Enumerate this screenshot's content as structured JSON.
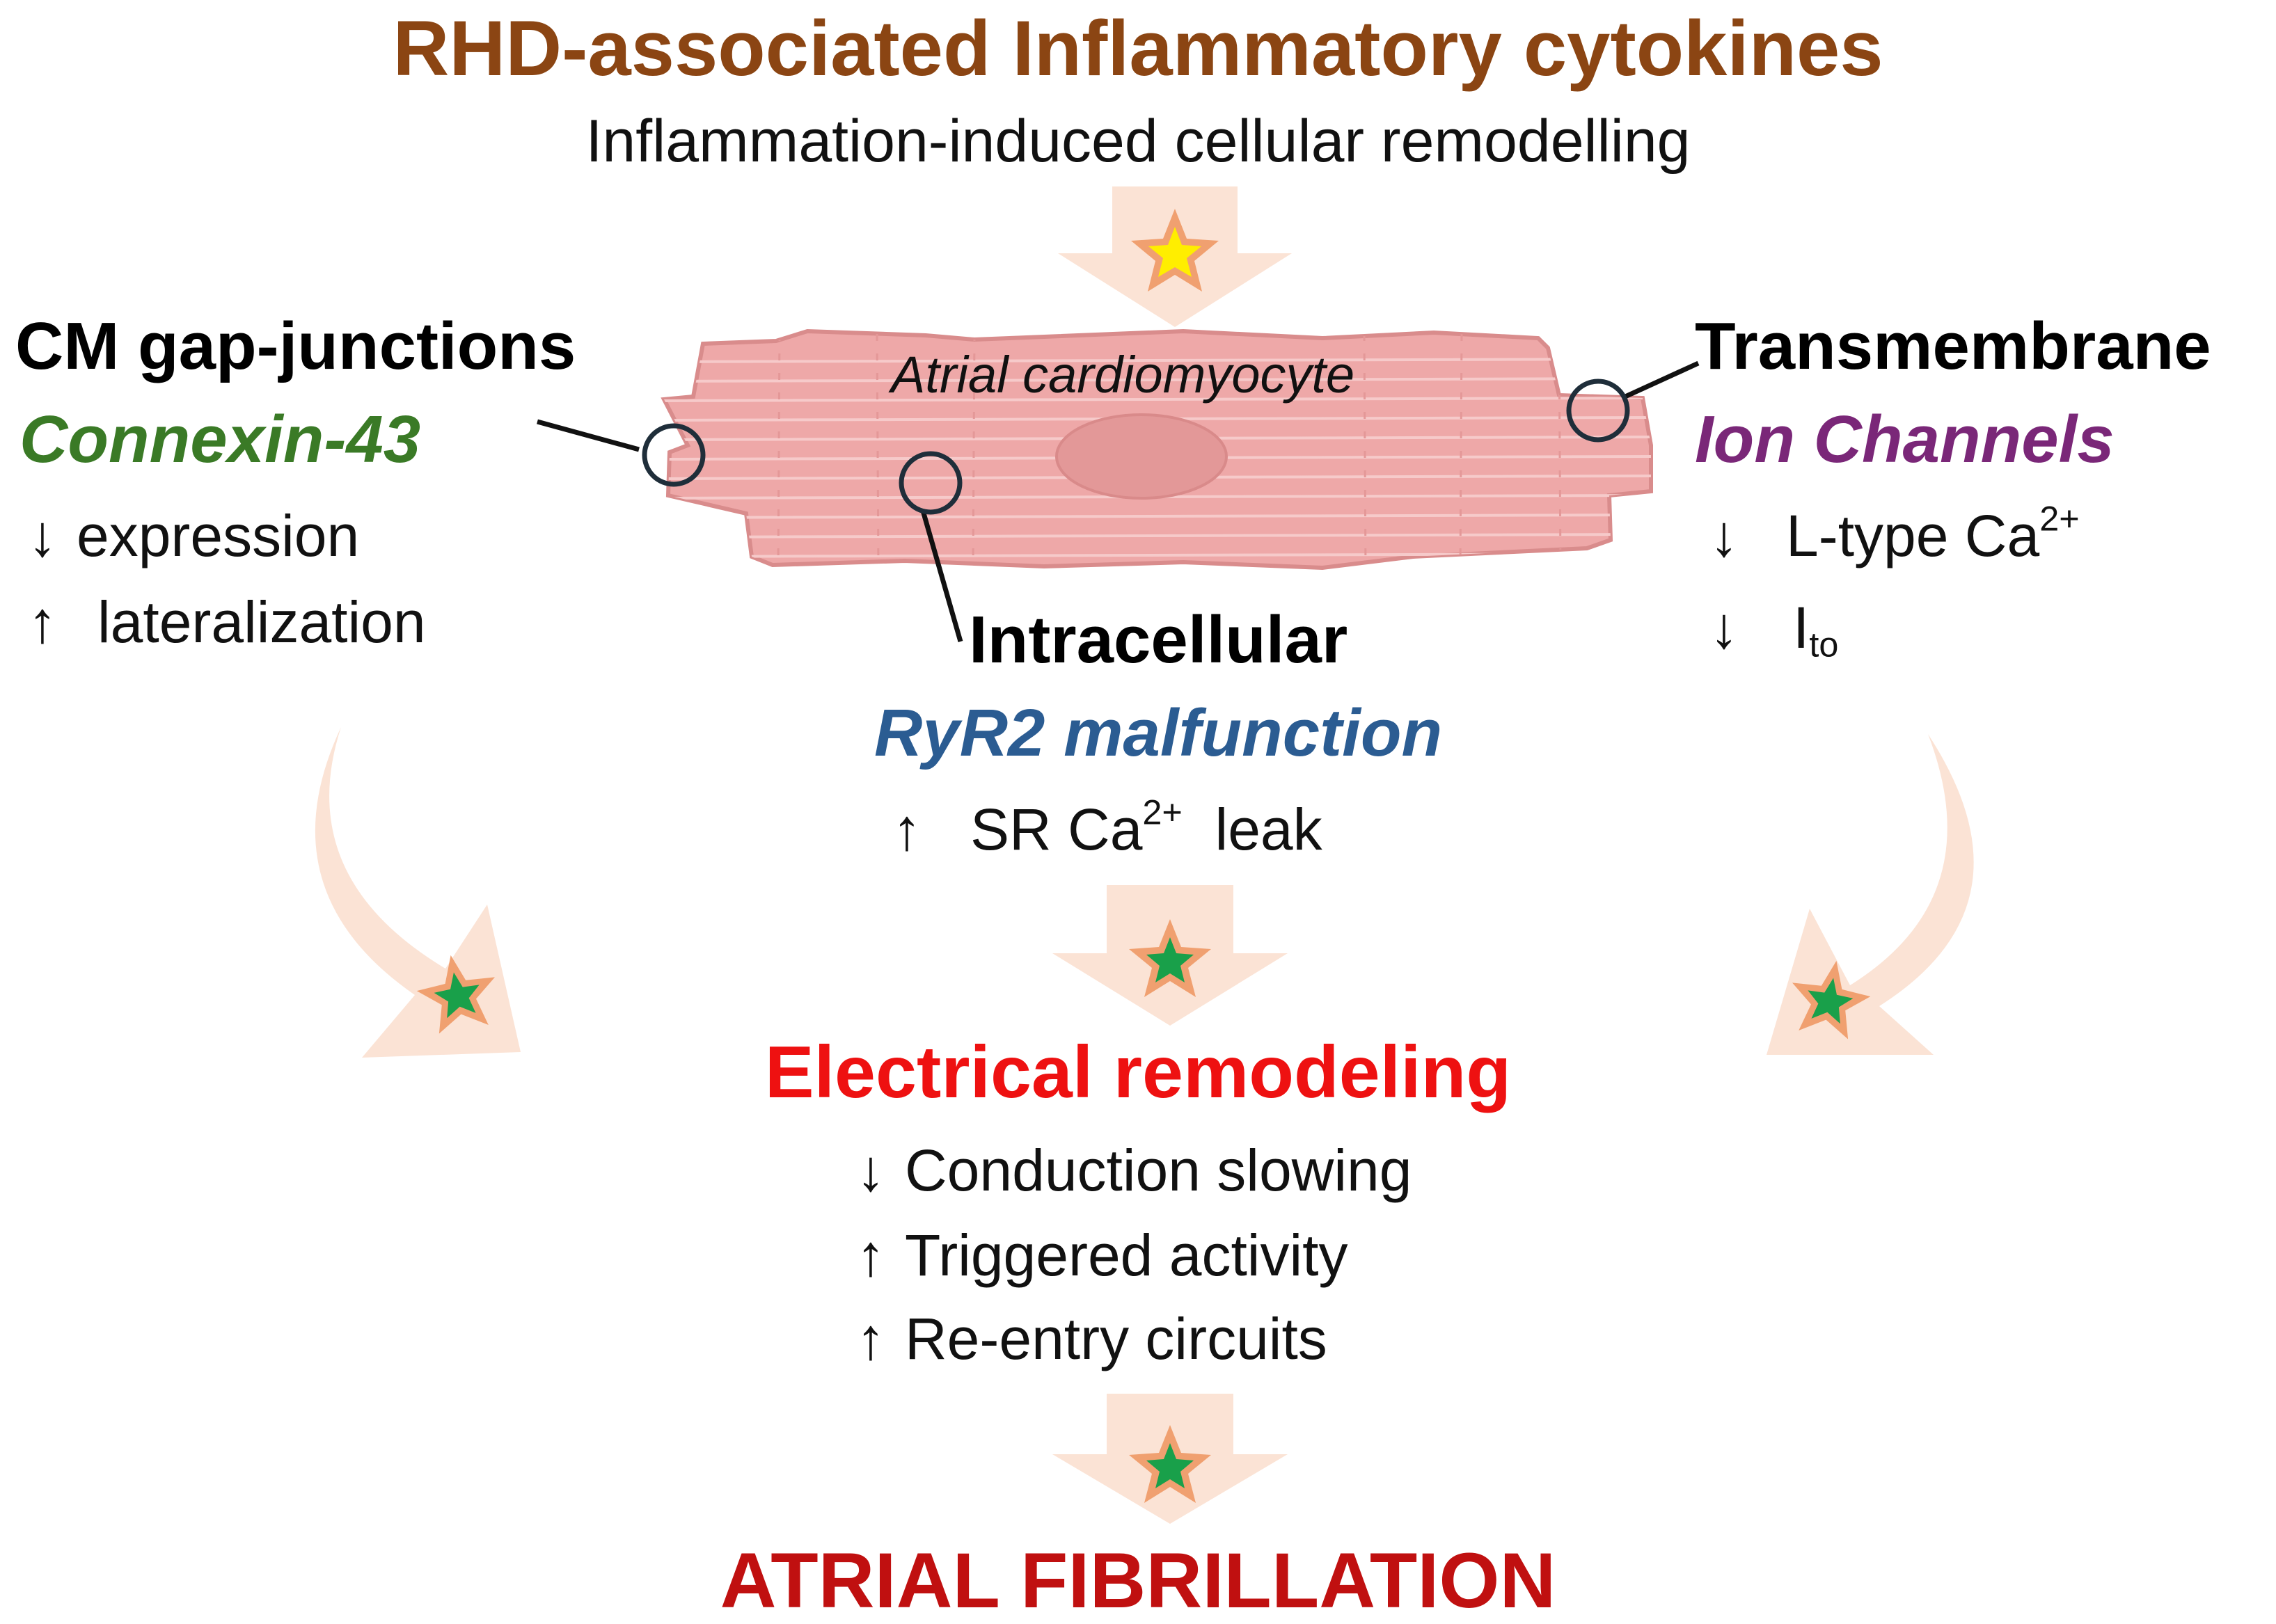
{
  "title": "RHD-associated Inflammatory cytokines",
  "subtitle": "Inflammation-induced cellular remodelling",
  "cell_label": "Atrial cardiomyocyte",
  "gap_junctions": {
    "heading": "CM gap-junctions",
    "subheading": "Connexin-43",
    "items": [
      {
        "arrow": "↓",
        "text": "expression"
      },
      {
        "arrow": "↑",
        "text": "lateralization"
      }
    ]
  },
  "transmembrane": {
    "heading": "Transmembrane",
    "subheading": "Ion Channels",
    "items": [
      {
        "arrow": "↓",
        "text": "L-type Ca",
        "sup": "2+"
      },
      {
        "arrow": "↓",
        "text": "I",
        "sub": "to"
      }
    ]
  },
  "intracellular": {
    "heading": "Intracellular",
    "subheading": "RyR2 malfunction",
    "item": {
      "arrow": "↑",
      "pre": "SR Ca",
      "sup": "2+",
      "post": "leak"
    }
  },
  "electrical": {
    "heading": "Electrical remodeling",
    "items": [
      {
        "arrow": "↓",
        "text": "Conduction slowing"
      },
      {
        "arrow": "↑",
        "text": "Triggered activity"
      },
      {
        "arrow": "↑",
        "text": "Re-entry circuits"
      }
    ]
  },
  "outcome": "ATRIAL FIBRILLATION",
  "colors": {
    "title": "#8B4513",
    "connexin": "#3A7A26",
    "ion_channels": "#7A2778",
    "ryr2": "#2B5C92",
    "electrical": "#EE1111",
    "outcome": "#C01010",
    "arrow_fill": "#FBE3D5",
    "cell_fill": "#EEA8A8",
    "cell_stroke": "#D98C8C",
    "star_yellow": "#FFEE00",
    "star_green": "#19A04A",
    "star_outline": "#F0A070"
  },
  "icons": [
    "down-arrow-icon",
    "star-icon",
    "curved-arrow-icon",
    "callout-circle-icon"
  ]
}
